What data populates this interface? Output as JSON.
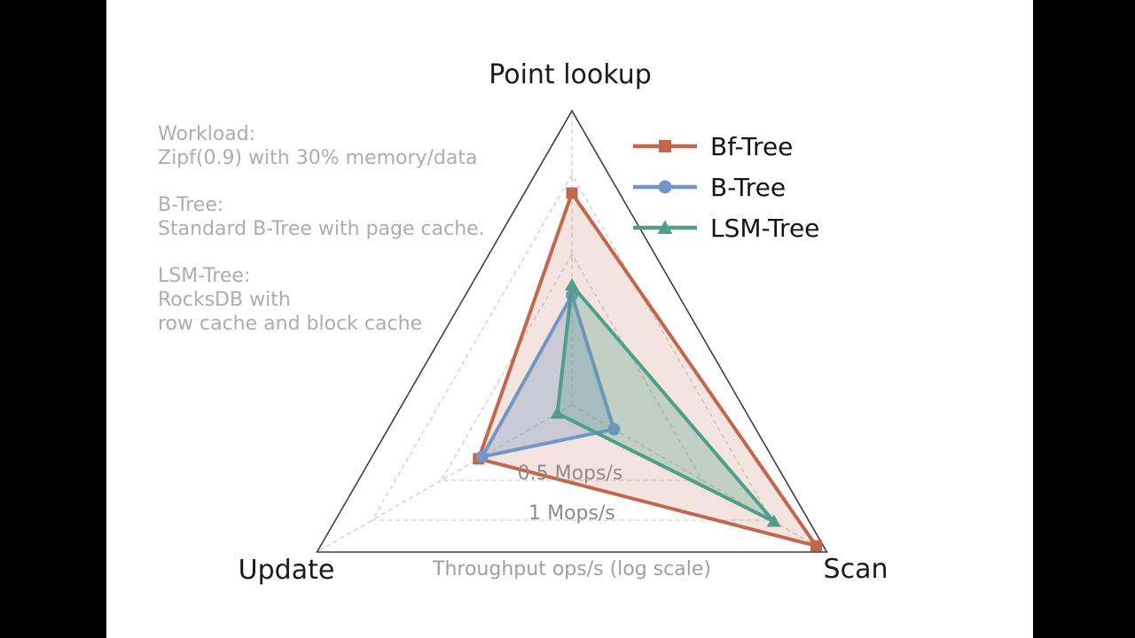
{
  "frame": {
    "background": "#ffffff",
    "pillar_color": "#000000"
  },
  "annotations": {
    "workload_title": "Workload:",
    "workload_desc": "Zipf(0.9) with 30% memory/data",
    "btree_title": "B-Tree:",
    "btree_desc": "Standard B-Tree with page cache.",
    "lsm_title": "LSM-Tree:",
    "lsm_desc_1": "RocksDB with",
    "lsm_desc_2": "row cache and block cache"
  },
  "chart_data": {
    "type": "radar",
    "scale": "log",
    "axes": [
      "Point lookup",
      "Update",
      "Scan"
    ],
    "axis_note": "Throughput ops/s (log scale)",
    "grid_color": "#c6c6c6",
    "outer_color": "#3f3f3f",
    "rings": [
      {
        "label": "0.5 Mops/s",
        "value_mops": 0.5,
        "r_frac": 0.512
      },
      {
        "label": "1 Mops/s",
        "value_mops": 1.0,
        "r_frac": 0.783
      }
    ],
    "series": [
      {
        "name": "Bf-Tree",
        "color": "#c2674e",
        "fill_opacity": 0.18,
        "marker": "square",
        "r_frac": [
          0.72,
          0.366,
          0.958
        ],
        "approx_mops": {
          "point_lookup": 0.85,
          "update": 0.35,
          "scan": 1.55
        }
      },
      {
        "name": "B-Tree",
        "color": "#7396c5",
        "fill_opacity": 0.32,
        "marker": "circle",
        "r_frac": [
          0.373,
          0.352,
          0.165
        ],
        "approx_mops": {
          "point_lookup": 0.35,
          "update": 0.34,
          "scan": 0.21
        }
      },
      {
        "name": "LSM-Tree",
        "color": "#4f9e87",
        "fill_opacity": 0.3,
        "marker": "triangle",
        "r_frac": [
          0.407,
          0.057,
          0.792
        ],
        "approx_mops": {
          "point_lookup": 0.38,
          "update": 0.16,
          "scan": 1.02
        }
      }
    ],
    "legend_position": "upper right"
  }
}
